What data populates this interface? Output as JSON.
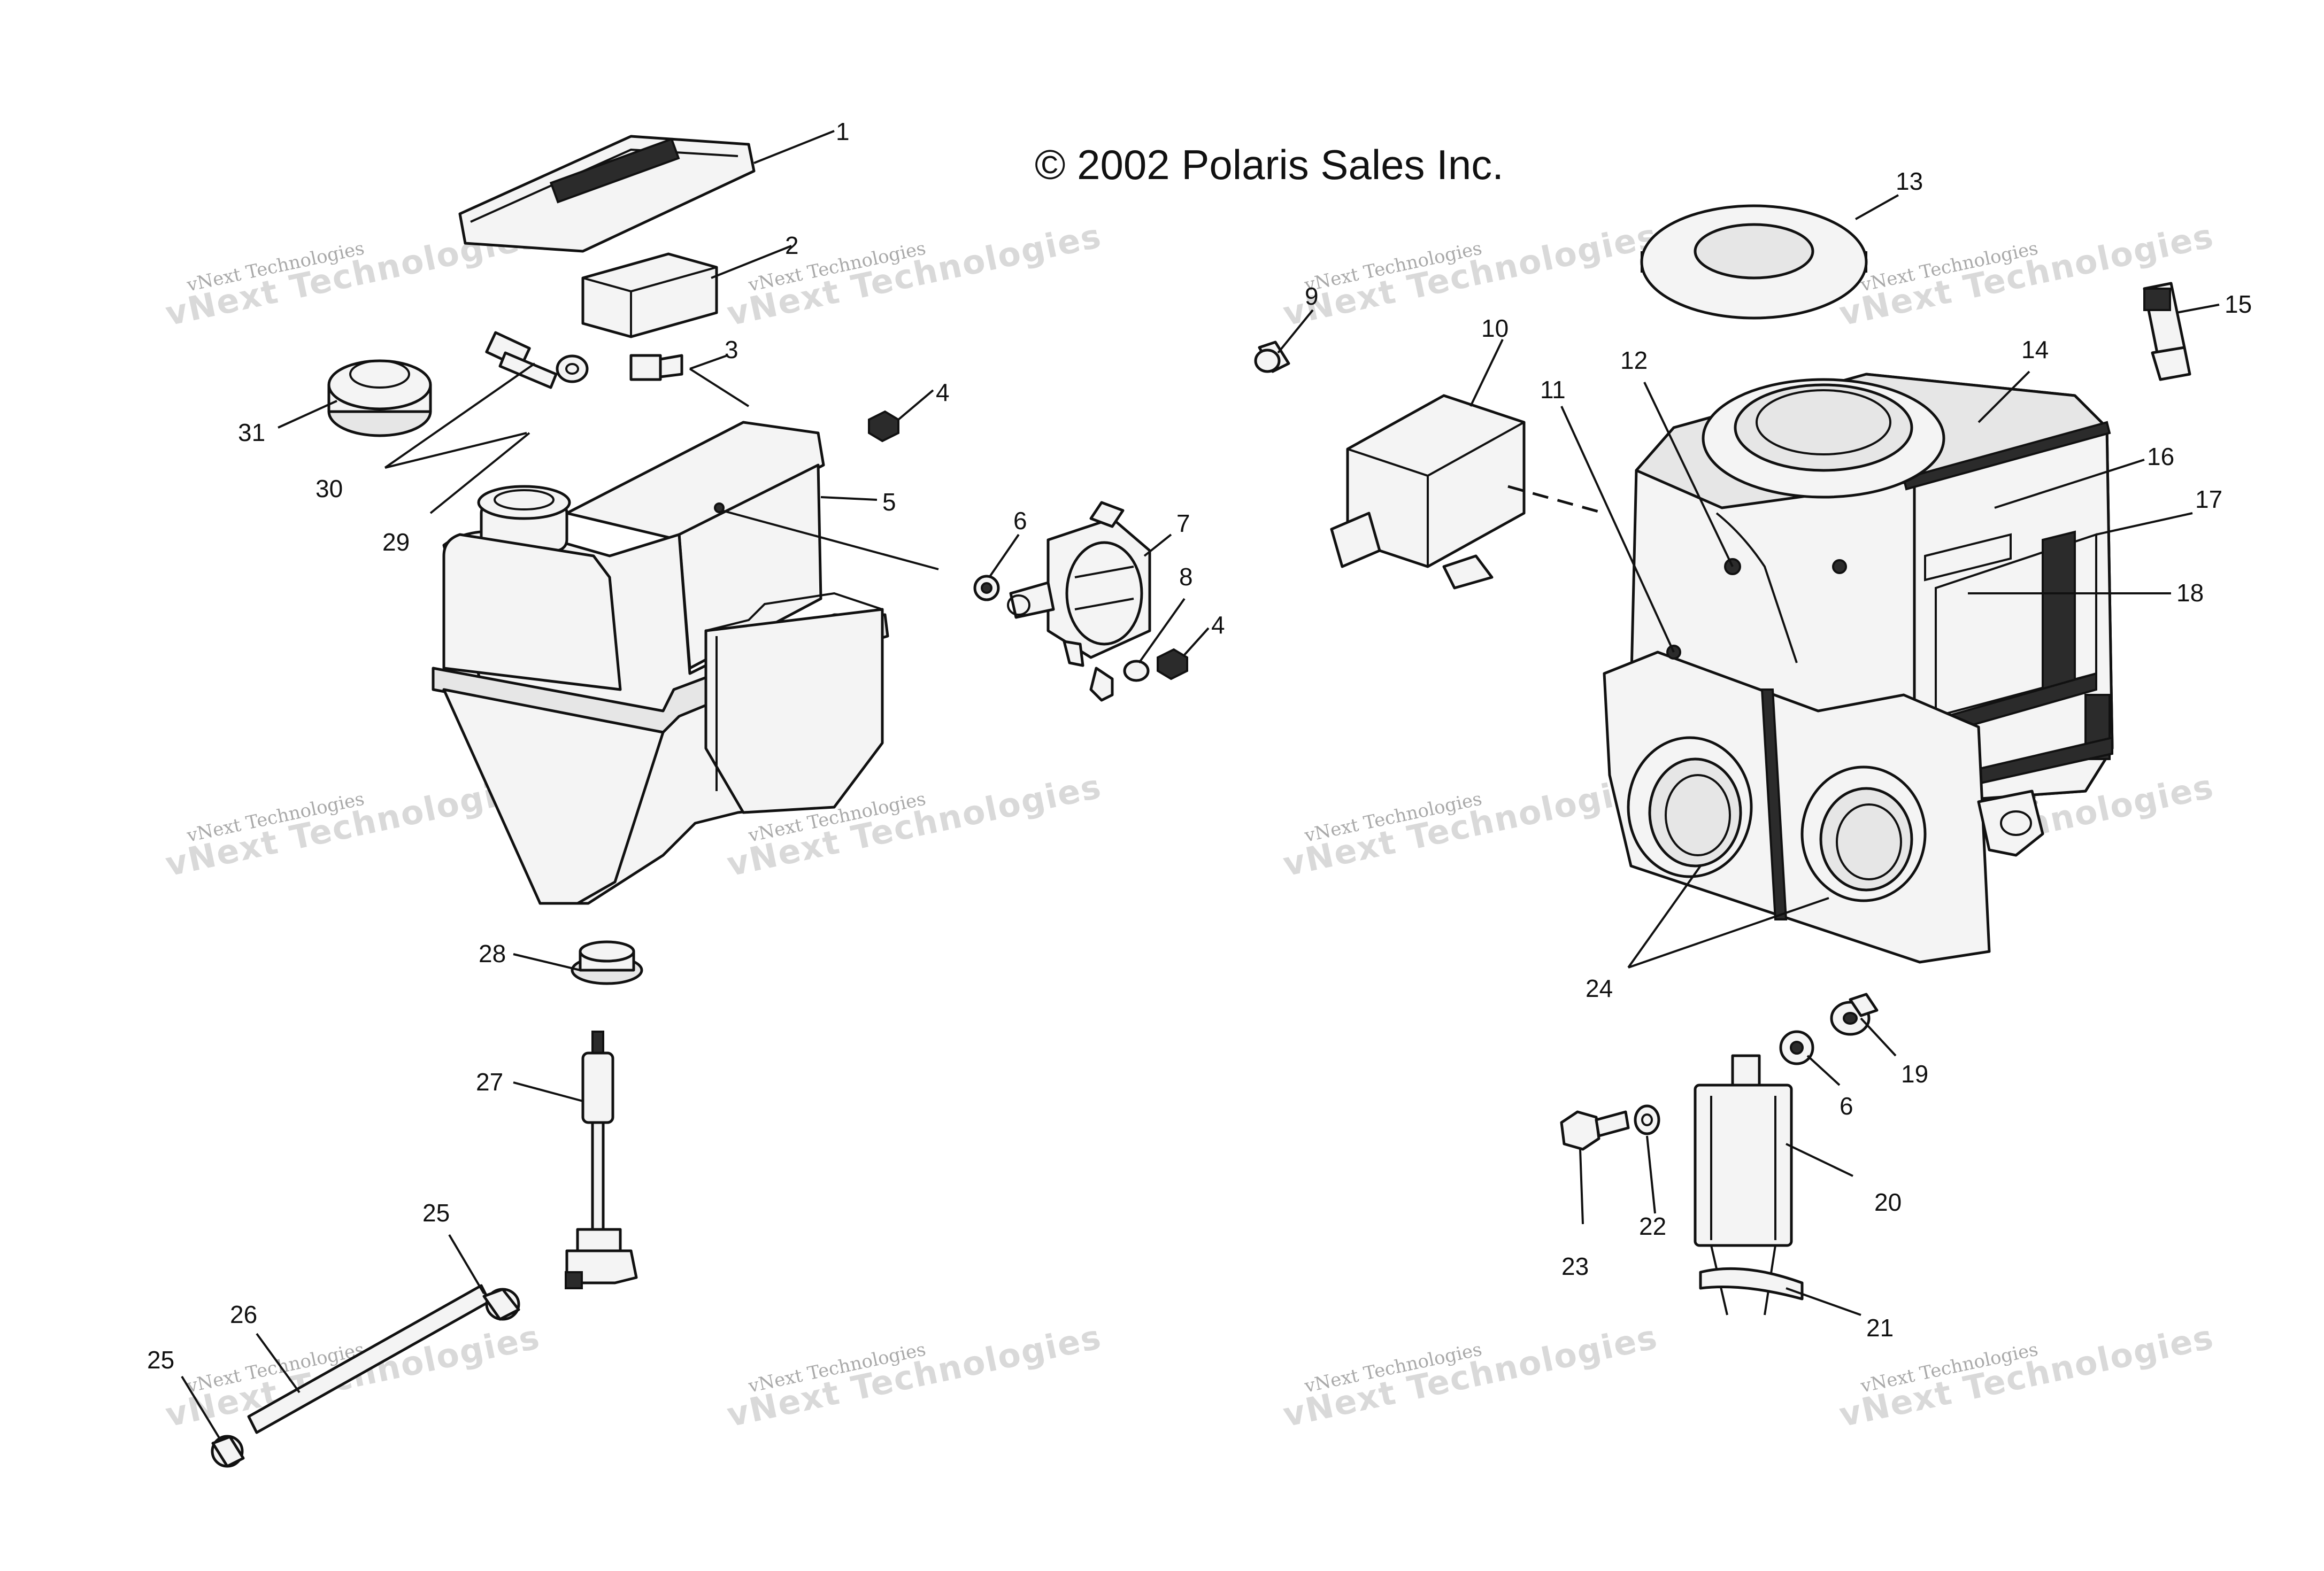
{
  "title": "© 2002 Polaris Sales Inc.",
  "watermark": {
    "line1": "vNext Technologies",
    "line2": "vNext Technologies"
  },
  "callouts": {
    "c1": "1",
    "c2": "2",
    "c3": "3",
    "c4a": "4",
    "c4b": "4",
    "c5": "5",
    "c6a": "6",
    "c6b": "6",
    "c7": "7",
    "c8": "8",
    "c9": "9",
    "c10": "10",
    "c11": "11",
    "c12": "12",
    "c13": "13",
    "c14": "14",
    "c15": "15",
    "c16": "16",
    "c17": "17",
    "c18": "18",
    "c19": "19",
    "c20": "20",
    "c21": "21",
    "c22": "22",
    "c23": "23",
    "c24": "24",
    "c25a": "25",
    "c25b": "25",
    "c26": "26",
    "c27": "27",
    "c28": "28",
    "c29": "29",
    "c30": "30",
    "c31": "31"
  }
}
